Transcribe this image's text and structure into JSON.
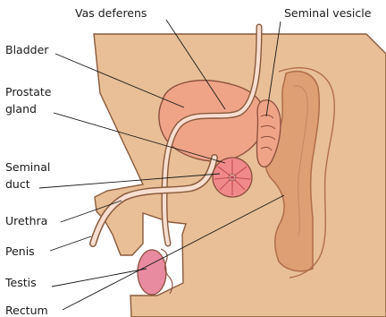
{
  "diagram": {
    "labels": {
      "vas_deferens": "Vas deferens",
      "seminal_vesicle": "Seminal vesicle",
      "bladder": "Bladder",
      "prostate_line1": "Prostate",
      "prostate_line2": "gland",
      "seminal_duct_line1": "Seminal",
      "seminal_duct_line2": "duct",
      "urethra": "Urethra",
      "penis": "Penis",
      "testis": "Testis",
      "rectum": "Rectum"
    },
    "colors": {
      "skin": "#e8bf96",
      "skin_outline": "#8a5a3c",
      "bladder": "#efa487",
      "bladder_outline": "#8a4e3c",
      "tube": "#f7ded0",
      "rectum": "#de9f75",
      "rectum_outline": "#b06d4a",
      "prostate": "#f08a8a",
      "testis": "#e98ba0",
      "text": "#1a1a1a"
    }
  }
}
